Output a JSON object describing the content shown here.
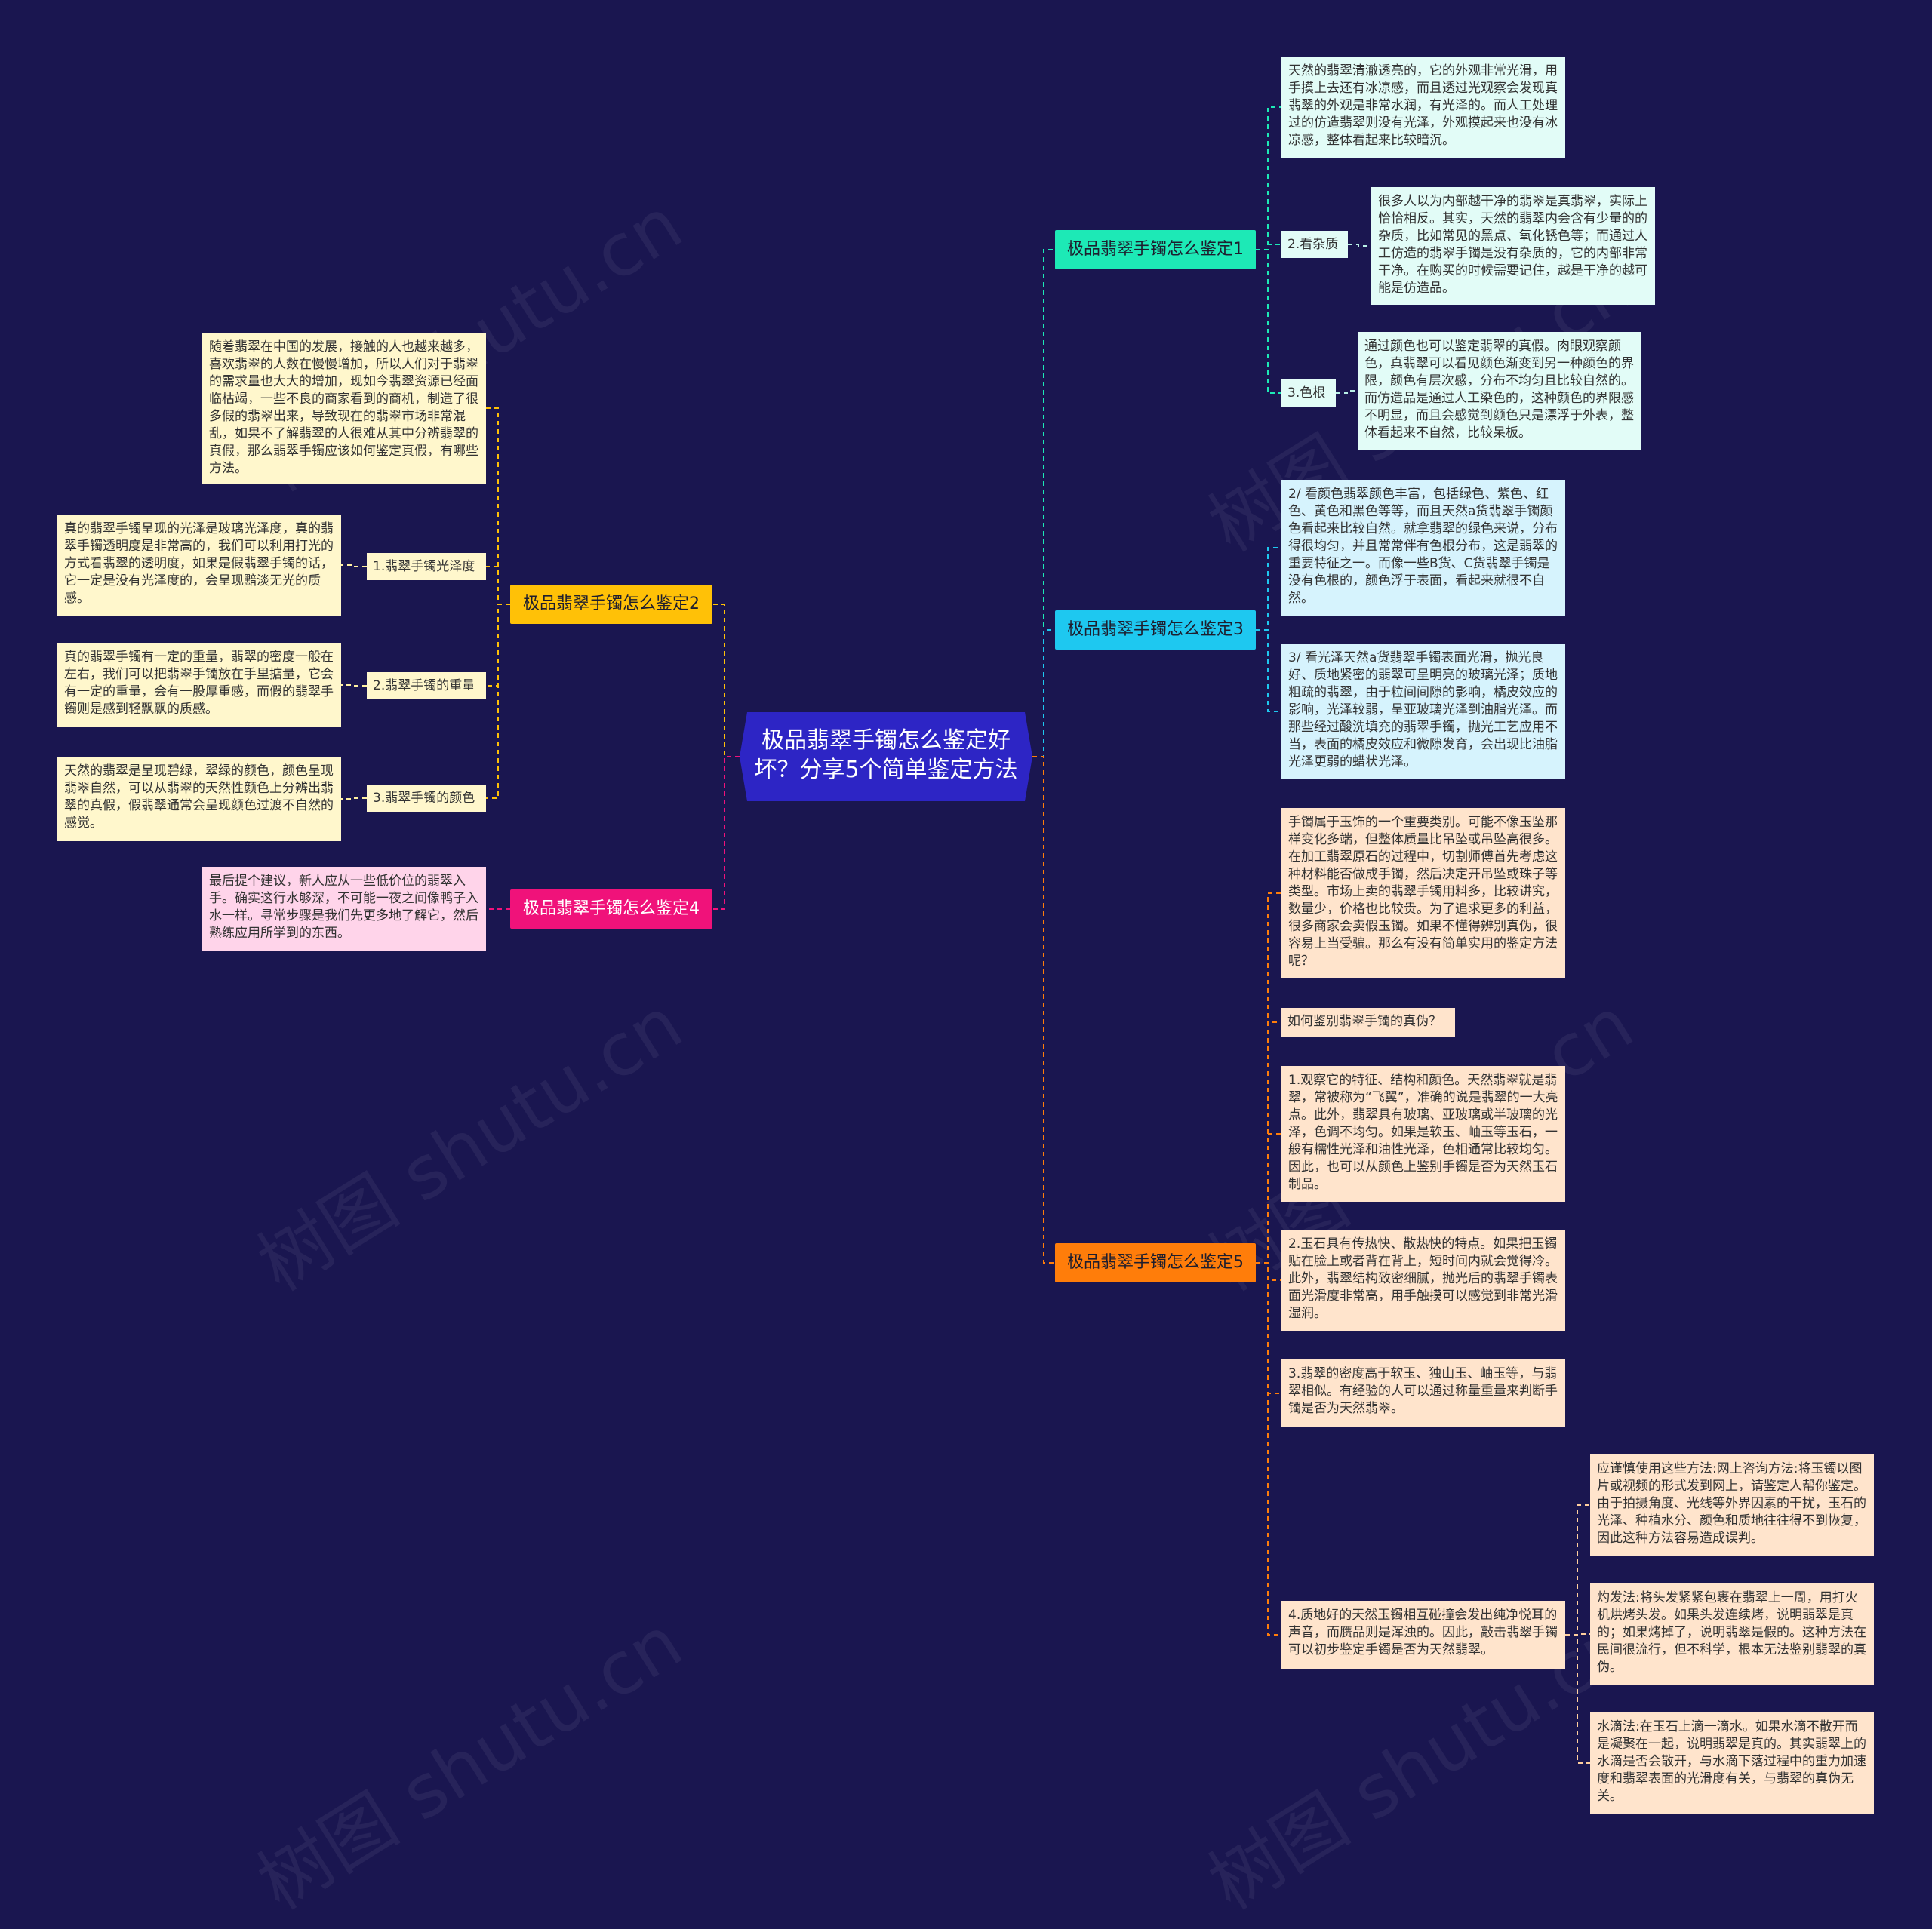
{
  "watermark": "树图 shutu.cn",
  "root": {
    "label": "极品翡翠手镯怎么鉴定好坏？分享5个简单鉴定方法",
    "color": "#2d25c5"
  },
  "branches": {
    "b1": {
      "label": "极品翡翠手镯怎么鉴定1",
      "color": "#1de9b6",
      "intro": "天然的翡翠清澈透亮的，它的外观非常光滑，用手摸上去还有冰凉感，而且透过光观察会发现真翡翠的外观是非常水润，有光泽的。而人工处理过的仿造翡翠则没有光泽，外观摸起来也没有冰凉感，整体看起来比较暗沉。",
      "s2": "2.看杂质",
      "s2_text": "很多人以为内部越干净的翡翠是真翡翠，实际上恰恰相反。其实，天然的翡翠内会含有少量的的杂质，比如常见的黑点、氧化锈色等；而通过人工仿造的翡翠手镯是没有杂质的，它的内部非常干净。在购买的时候需要记住，越是干净的越可能是仿造品。",
      "s3": "3.色根",
      "s3_text": "通过颜色也可以鉴定翡翠的真假。肉眼观察颜色，真翡翠可以看见颜色渐变到另一种颜色的界限，颜色有层次感，分布不均匀且比较自然的。而仿造品是通过人工染色的，这种颜色的界限感不明显，而且会感觉到颜色只是漂浮于外表，整体看起来不自然，比较呆板。"
    },
    "b2": {
      "label": "极品翡翠手镯怎么鉴定2",
      "color": "#ffc107",
      "intro": "随着翡翠在中国的发展，接触的人也越来越多，喜欢翡翠的人数在慢慢增加，所以人们对于翡翠的需求量也大大的增加，现如今翡翠资源已经面临枯竭，一些不良的商家看到的商机，制造了很多假的翡翠出来，导致现在的翡翠市场非常混乱，如果不了解翡翠的人很难从其中分辨翡翠的真假，那么翡翠手镯应该如何鉴定真假，有哪些方法。",
      "s1": "1.翡翠手镯光泽度",
      "s1_text": "真的翡翠手镯呈现的光泽是玻璃光泽度，真的翡翠手镯透明度是非常高的，我们可以利用打光的方式看翡翠的透明度，如果是假翡翠手镯的话，它一定是没有光泽度的，会呈现黯淡无光的质感。",
      "s2": "2.翡翠手镯的重量",
      "s2_text": "真的翡翠手镯有一定的重量，翡翠的密度一般在左右，我们可以把翡翠手镯放在手里掂量，它会有一定的重量，会有一股厚重感，而假的翡翠手镯则是感到轻飘飘的质感。",
      "s3": "3.翡翠手镯的颜色",
      "s3_text": "天然的翡翠是呈现碧绿，翠绿的颜色，颜色呈现翡翠自然，可以从翡翠的天然性颜色上分辨出翡翠的真假，假翡翠通常会呈现颜色过渡不自然的感觉。"
    },
    "b3": {
      "label": "极品翡翠手镯怎么鉴定3",
      "color": "#1ec8f0",
      "t1": "2/ 看颜色翡翠颜色丰富，包括绿色、紫色、红色、黄色和黑色等等，而且天然a货翡翠手镯颜色看起来比较自然。就拿翡翠的绿色来说，分布得很均匀，并且常常伴有色根分布，这是翡翠的重要特征之一。而像一些B货、C货翡翠手镯是没有色根的，颜色浮于表面，看起来就很不自然。",
      "t2": "3/ 看光泽天然a货翡翠手镯表面光滑，抛光良好、质地紧密的翡翠可呈明亮的玻璃光泽；质地粗疏的翡翠，由于粒间间隙的影响，橘皮效应的影响，光泽较弱，呈亚玻璃光泽到油脂光泽。而那些经过酸洗填充的翡翠手镯，抛光工艺应用不当，表面的橘皮效应和微隙发育，会出现比油脂光泽更弱的蜡状光泽。"
    },
    "b4": {
      "label": "极品翡翠手镯怎么鉴定4",
      "color": "#f0127a",
      "t1": "最后提个建议，新人应从一些低价位的翡翠入手。确实这行水够深，不可能一夜之间像鸭子入水一样。寻常步骤是我们先更多地了解它，然后熟练应用所学到的东西。"
    },
    "b5": {
      "label": "极品翡翠手镯怎么鉴定5",
      "color": "#ff7d0a",
      "t1": "手镯属于玉饰的一个重要类别。可能不像玉坠那样变化多端，但整体质量比吊坠或吊坠高很多。在加工翡翠原石的过程中，切割师傅首先考虑这种材料能否做成手镯，然后决定开吊坠或珠子等类型。市场上卖的翡翠手镯用料多，比较讲究，数量少，价格也比较贵。为了追求更多的利益，很多商家会卖假玉镯。如果不懂得辨别真伪，很容易上当受骗。那么有没有简单实用的鉴定方法呢？",
      "t2": "如何鉴别翡翠手镯的真伪？",
      "t3": "1.观察它的特征、结构和颜色。天然翡翠就是翡翠，常被称为“飞翼”，准确的说是翡翠的一大亮点。此外，翡翠具有玻璃、亚玻璃或半玻璃的光泽，色调不均匀。如果是软玉、岫玉等玉石，一般有糯性光泽和油性光泽，色相通常比较均匀。因此，也可以从颜色上鉴别手镯是否为天然玉石制品。",
      "t4": "2.玉石具有传热快、散热快的特点。如果把玉镯贴在脸上或者背在背上，短时间内就会觉得冷。此外，翡翠结构致密细腻，抛光后的翡翠手镯表面光滑度非常高，用手触摸可以感觉到非常光滑湿润。",
      "t5": "3.翡翠的密度高于软玉、独山玉、岫玉等，与翡翠相似。有经验的人可以通过称量重量来判断手镯是否为天然翡翠。",
      "t6": "4.质地好的天然玉镯相互碰撞会发出纯净悦耳的声音，而赝品则是浑浊的。因此，敲击翡翠手镯可以初步鉴定手镯是否为天然翡翠。",
      "t6a": "应谨慎使用这些方法:网上咨询方法:将玉镯以图片或视频的形式发到网上，请鉴定人帮你鉴定。由于拍摄角度、光线等外界因素的干扰，玉石的光泽、种植水分、颜色和质地往往得不到恢复，因此这种方法容易造成误判。",
      "t6b": "灼发法:将头发紧紧包裹在翡翠上一周，用打火机烘烤头发。如果头发连续烤，说明翡翠是真的；如果烤掉了，说明翡翠是假的。这种方法在民间很流行，但不科学，根本无法鉴别翡翠的真伪。",
      "t6c": "水滴法:在玉石上滴一滴水。如果水滴不散开而是凝聚在一起，说明翡翠是真的。其实翡翠上的水滴是否会散开，与水滴下落过程中的重力加速度和翡翠表面的光滑度有关，与翡翠的真伪无关。"
    }
  }
}
